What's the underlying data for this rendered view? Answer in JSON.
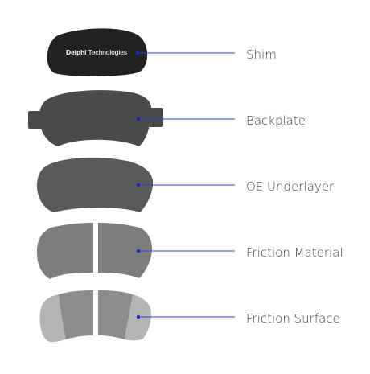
{
  "brand": {
    "name_bold": "Delphi",
    "name_regular": " Technologies"
  },
  "layers": [
    {
      "label": "Shim"
    },
    {
      "label": "Backplate"
    },
    {
      "label": "OE Underlayer"
    },
    {
      "label": "Friction Material"
    },
    {
      "label": "Friction Surface"
    }
  ],
  "colors": {
    "shim": "#222222",
    "backplate": "#4a4a4a",
    "underlayer": "#5a5a5a",
    "friction_material": "#7d7d7d",
    "friction_surface_center": "#8c8c8c",
    "friction_surface_edge": "#b4b4b4",
    "connector_line": "#2f3fd6",
    "connector_dot": "#1a2ab8",
    "label_text": "#3f3f3f"
  }
}
